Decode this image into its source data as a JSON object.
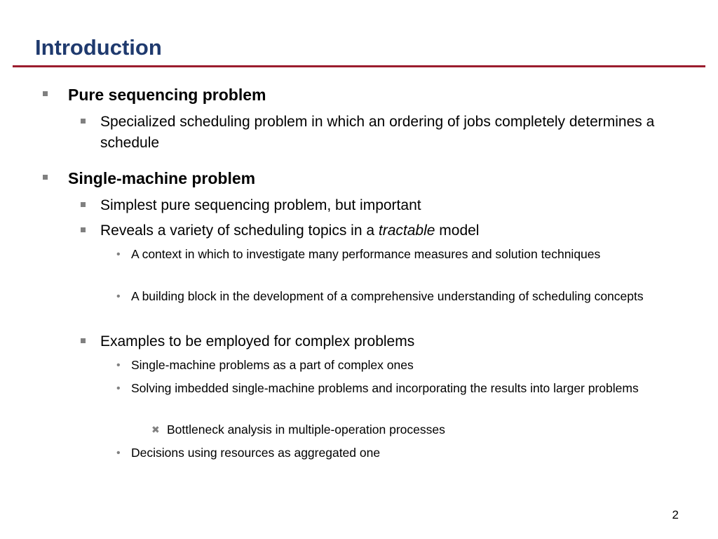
{
  "slide": {
    "title": "Introduction",
    "page_number": "2"
  },
  "bullets": {
    "b1": "Pure sequencing problem",
    "b1_1": "Specialized scheduling problem in which an ordering of jobs completely determines a schedule",
    "b2": "Single-machine problem",
    "b2_1": "Simplest pure sequencing problem, but important",
    "b2_2_pre": "Reveals a variety of scheduling topics in a ",
    "b2_2_em": "tractable",
    "b2_2_post": " model",
    "b2_2_1": "A context in which to investigate many performance measures and solution techniques",
    "b2_2_2": "A building block in the development of a comprehensive understanding of scheduling concepts",
    "b2_3": "Examples to be employed for complex problems",
    "b2_3_1": "Single-machine problems as a part of complex ones",
    "b2_3_2": "Solving imbedded single-machine problems and incorporating the results into larger problems",
    "b2_3_2_1": "Bottleneck analysis in multiple-operation processes",
    "b2_3_3": "Decisions using resources as aggregated one"
  },
  "icons": {
    "square_bullet": "square-bullet-icon",
    "dot_bullet": "dot-bullet-icon",
    "cross_bullet": "cross-bullet-icon"
  },
  "colors": {
    "title": "#1f3a6e",
    "rule": "#9b1c2e",
    "bullet": "#808080"
  }
}
